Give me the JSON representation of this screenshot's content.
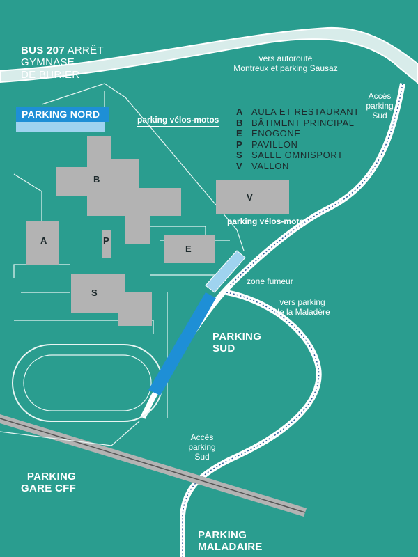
{
  "bus": {
    "line1_bold": "BUS 207",
    "line1_rest": "ARRÊT",
    "line2": "GYMNASE",
    "line3": "DE BURIER"
  },
  "labels": {
    "autoroute": "vers autoroute\nMontreux et parking Sausaz",
    "acces_sud_top": "Accès\nparking\nSud",
    "parking_nord": "PARKING NORD",
    "velos_top": "parking vélos-motos",
    "velos_mid": "parking vélos-motos",
    "zone_fumeur": "zone fumeur",
    "maladere": "vers parking\nde la Maladère",
    "parking_sud": "PARKING\nSUD",
    "acces_sud_bottom": "Accès\nparking\nSud",
    "gare_cff": "PARKING\nGARE CFF",
    "maladaire": "PARKING\nMALADAIRE"
  },
  "buildings": {
    "B": "B",
    "V": "V",
    "A": "A",
    "P": "P",
    "E": "E",
    "S": "S"
  },
  "legend": [
    {
      "key": "A",
      "label": "AULA ET RESTAURANT"
    },
    {
      "key": "B",
      "label": "BÂTIMENT PRINCIPAL"
    },
    {
      "key": "E",
      "label": "ENOGONE"
    },
    {
      "key": "P",
      "label": "PAVILLON"
    },
    {
      "key": "S",
      "label": "SALLE OMNISPORT"
    },
    {
      "key": "V",
      "label": "VALLON"
    }
  ],
  "colors": {
    "background": "#2a9d8f",
    "building": "#b3b3b3",
    "parking": "#1e8fd6",
    "bike": "#9fd3ef",
    "road": "#ffffff",
    "route": "#2d5a9c"
  }
}
